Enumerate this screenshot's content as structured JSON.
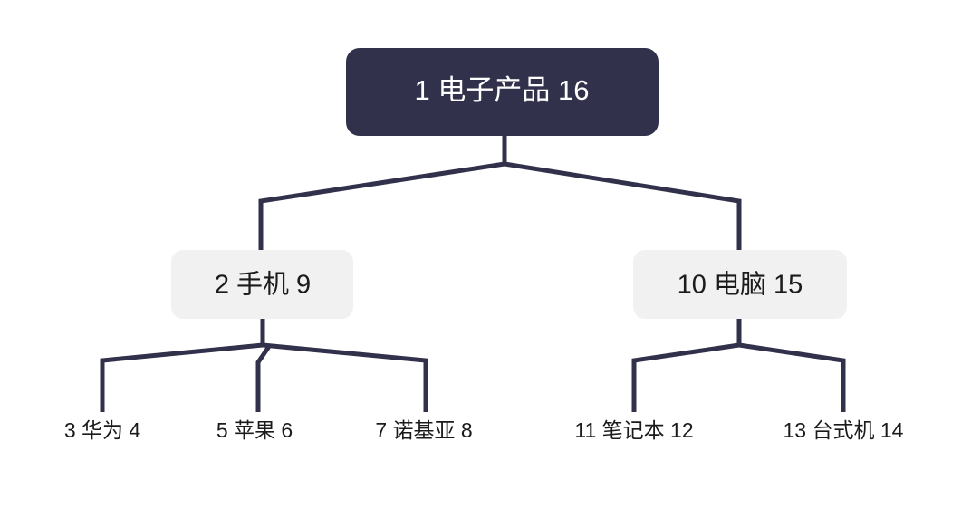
{
  "diagram": {
    "type": "tree",
    "title": "",
    "colors": {
      "root_fill": "#32314b",
      "root_text": "#ffffff",
      "branch_fill": "#f1f1f1",
      "branch_text": "#1b1b1b",
      "leaf_text": "#1b1b1b",
      "edge": "#32314b",
      "background": "#ffffff"
    },
    "nodes": {
      "root": {
        "label": "1 电子产品 16",
        "left_number": "1",
        "name": "电子产品",
        "right_number": "16",
        "style": "filled-box"
      },
      "branch_left": {
        "label": "2 手机 9",
        "left_number": "2",
        "name": "手机",
        "right_number": "9",
        "style": "gray-box"
      },
      "branch_right": {
        "label": "10 电脑 15",
        "left_number": "10",
        "name": "电脑",
        "right_number": "15",
        "style": "gray-box"
      },
      "leaf_1": {
        "label": "3 华为 4",
        "left_number": "3",
        "name": "华为",
        "right_number": "4",
        "style": "plain-text"
      },
      "leaf_2": {
        "label": "5 苹果 6",
        "left_number": "5",
        "name": "苹果",
        "right_number": "6",
        "style": "plain-text"
      },
      "leaf_3": {
        "label": "7 诺基亚 8",
        "left_number": "7",
        "name": "诺基亚",
        "right_number": "8",
        "style": "plain-text"
      },
      "leaf_4": {
        "label": "11 笔记本 12",
        "left_number": "11",
        "name": "笔记本",
        "right_number": "12",
        "style": "plain-text"
      },
      "leaf_5": {
        "label": "13 台式机 14",
        "left_number": "13",
        "name": "台式机",
        "right_number": "14",
        "style": "plain-text"
      }
    }
  }
}
